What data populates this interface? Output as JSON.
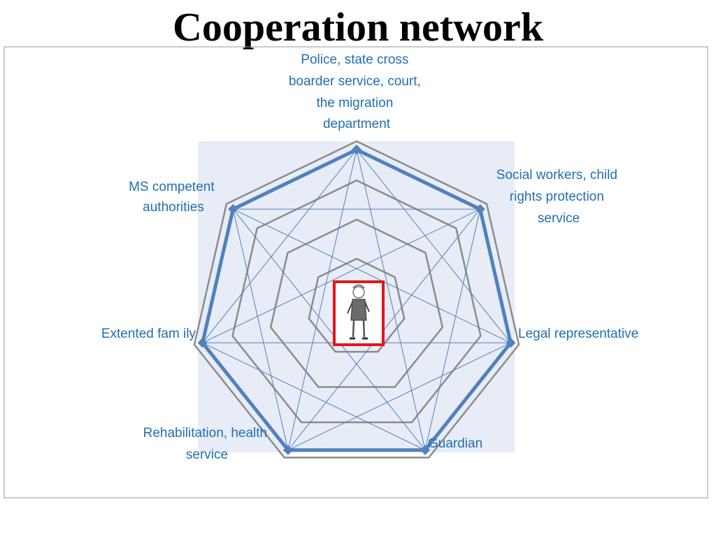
{
  "title": "Cooperation network",
  "colors": {
    "label": "#1f6fb5",
    "polygon_stroke": "#4f81bd",
    "grid_stroke": "#8c8c8c",
    "plot_background": "#e8ecf6",
    "center_frame": "#e3161b"
  },
  "center_icon": "child-figure-icon",
  "nodes": [
    {
      "name": "police",
      "lines": [
        "Police, state cross",
        "boarder service, court,",
        "the migration",
        "department"
      ]
    },
    {
      "name": "social-workers",
      "lines": [
        "Social workers, child",
        "rights protection",
        "service"
      ]
    },
    {
      "name": "legal-representative",
      "lines": [
        "Legal representative"
      ]
    },
    {
      "name": "guardian",
      "lines": [
        "Guardian"
      ]
    },
    {
      "name": "rehabilitation",
      "lines": [
        "Rehabilitation, health",
        "service"
      ]
    },
    {
      "name": "extended-family",
      "lines": [
        "Extented fam ily"
      ]
    },
    {
      "name": "ms-authorities",
      "lines": [
        "MS competent",
        "authorities"
      ]
    }
  ]
}
